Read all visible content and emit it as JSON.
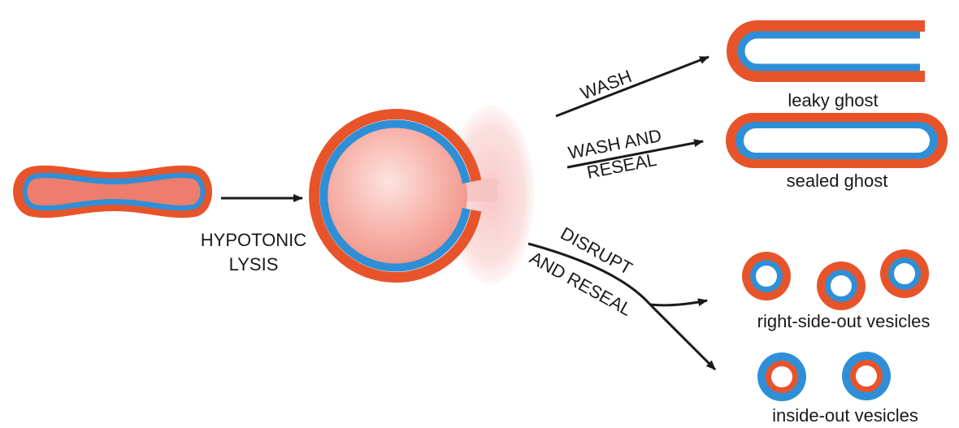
{
  "labels": {
    "hypotonic_line1": "HYPOTONIC",
    "hypotonic_line2": "LYSIS",
    "wash": "WASH",
    "wash_and_line1": "WASH AND",
    "wash_and_line2": "RESEAL",
    "disrupt_line1": "DISRUPT",
    "disrupt_line2": "AND RESEAL",
    "leaky_ghost": "leaky ghost",
    "sealed_ghost": "sealed ghost",
    "right_side_out": "right-side-out vesicles",
    "inside_out": "inside-out vesicles"
  },
  "colors": {
    "outer_membrane": "#e8542a",
    "inner_membrane": "#2f8fd6",
    "cytoplasm": "#ee7d6e",
    "cell_interior_light": "#fbd5cf",
    "released_contents": "#f6c3c0",
    "arrow": "#1a1a1a"
  }
}
